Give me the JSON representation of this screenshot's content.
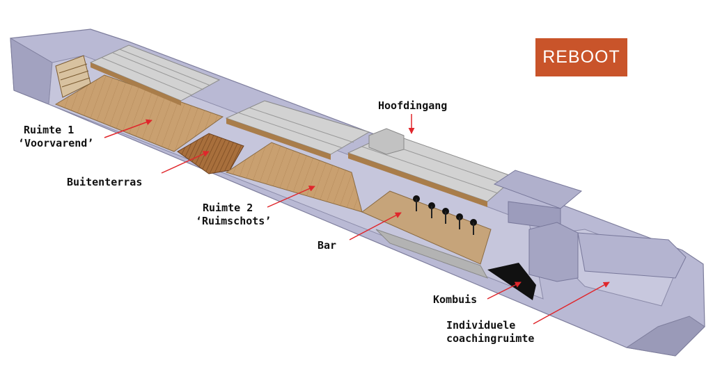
{
  "logo": {
    "text": "REBOOT",
    "color": "#c9542a"
  },
  "labels": {
    "ruimte1_line1": "Ruimte 1",
    "ruimte1_line2": "‘Voorvarend’",
    "buitenterras": "Buitenterras",
    "ruimte2_line1": "Ruimte 2",
    "ruimte2_line2": "‘Ruimschots’",
    "bar": "Bar",
    "hoofdingang": "Hoofdingang",
    "kombuis": "Kombuis",
    "coaching_line1": "Individuele",
    "coaching_line2": "coachingruimte"
  },
  "colors": {
    "hull": "#b9b9d4",
    "hull_dark": "#9494b2",
    "floor": "#c9a070",
    "roof": "#cfcfcf",
    "arrow": "#e0262b"
  }
}
